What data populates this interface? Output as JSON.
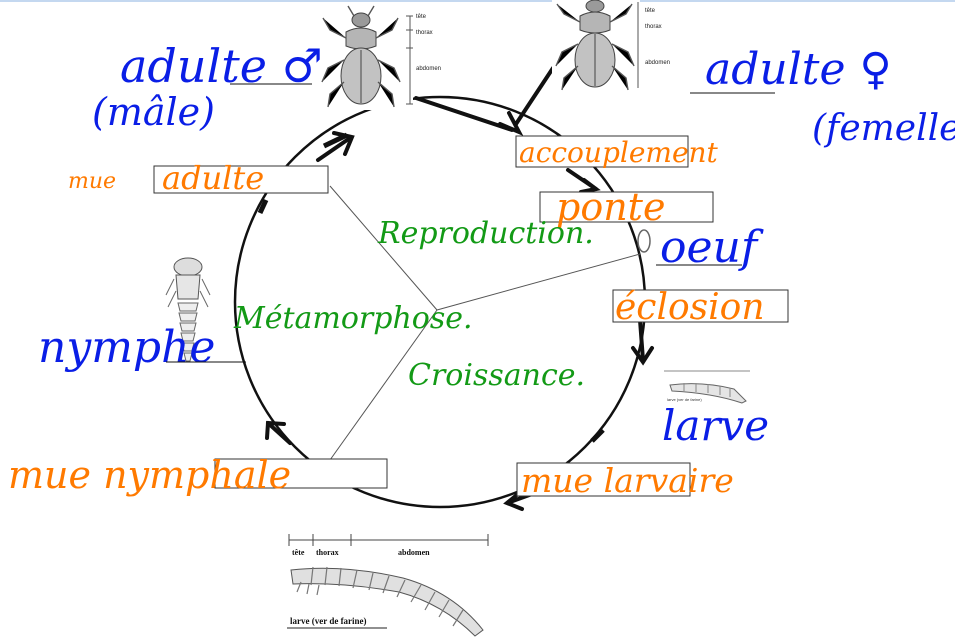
{
  "colors": {
    "blue": "#0a1ee6",
    "orange": "#ff7a00",
    "green": "#139a16",
    "ink": "#111111"
  },
  "center": {
    "reproduction": "Reproduction.",
    "metamorphose": "Métamorphose.",
    "croissance": "Croissance."
  },
  "boxes": {
    "mue_adulte_prefix": "mue",
    "mue_adulte": "adulte",
    "accouplement": "accouplement",
    "ponte": "ponte",
    "eclosion": "éclosion",
    "mue_larvaire": "mue larvaire",
    "mue_nymphale": "mue nymphale"
  },
  "stages": {
    "adult_male": "adulte ♂",
    "adult_male_paren": "(mâle)",
    "adult_female": "adulte ♀",
    "adult_female_paren": "(femelle",
    "oeuf": "oeuf",
    "larve": "larve",
    "nymphe": "nymphe"
  },
  "beetle_labels": {
    "tete": "tête",
    "thorax": "thorax",
    "abdomen": "abdomen"
  },
  "larva_labels": {
    "tete": "tête",
    "thorax": "thorax",
    "abdomen": "abdomen",
    "caption": "larve (ver de farine)"
  },
  "small_larva_caption": "larve (ver de farine)",
  "icons": [
    "beetle-icon",
    "egg-icon",
    "pupa-icon",
    "larva-icon"
  ]
}
